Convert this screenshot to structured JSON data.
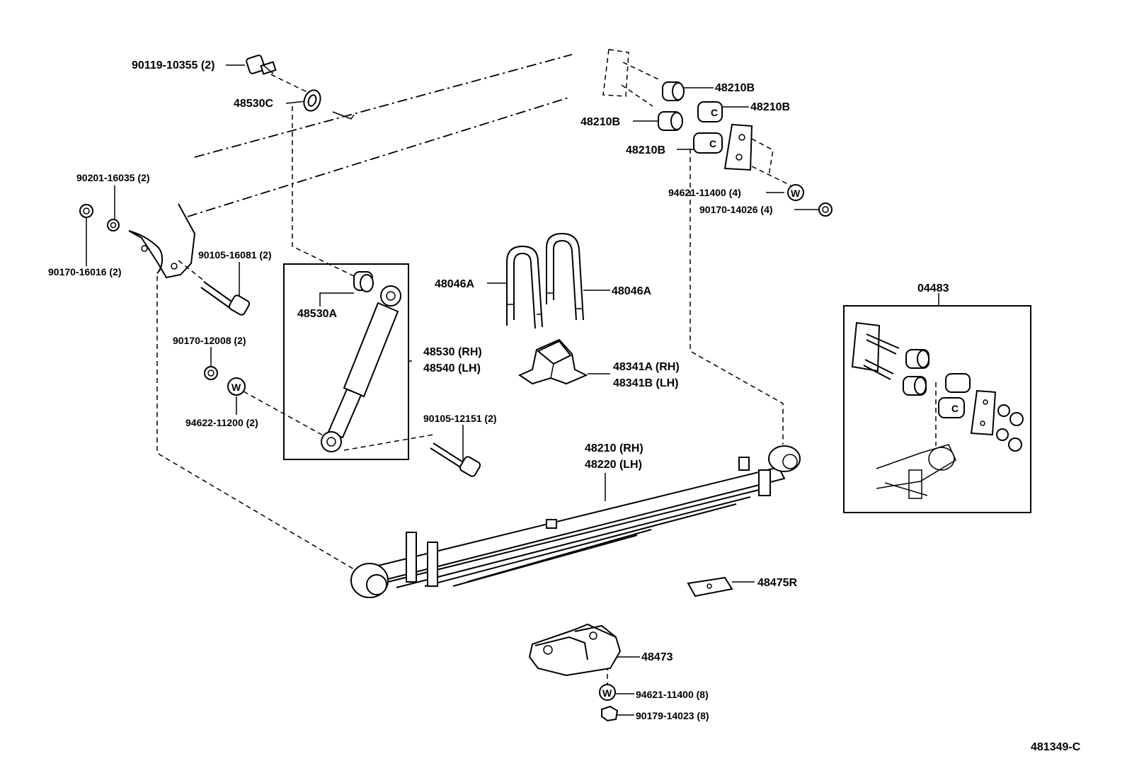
{
  "labels": {
    "p90119_10355": "90119-10355 (2)",
    "p48530C": "48530C",
    "p48210B_1": "48210B",
    "p48210B_2": "48210B",
    "p48210B_3": "48210B",
    "p48210B_4": "48210B",
    "p90201_16035": "90201-16035 (2)",
    "p90170_16016": "90170-16016 (2)",
    "p90105_16081": "90105-16081 (2)",
    "p94621_11400_4": "94621-11400 (4)",
    "p90170_14026": "90170-14026 (4)",
    "p48046A_left": "48046A",
    "p48046A_right": "48046A",
    "p48530A": "48530A",
    "p48530_rh": "48530 (RH)",
    "p48540_lh": "48540 (LH)",
    "p90170_12008": "90170-12008 (2)",
    "p94622_11200": "94622-11200 (2)",
    "p48341A_rh": "48341A (RH)",
    "p48341B_lh": "48341B (LH)",
    "p90105_12151": "90105-12151 (2)",
    "p04483": "04483",
    "p48210_rh": "48210 (RH)",
    "p48220_lh": "48220 (LH)",
    "p48475R": "48475R",
    "p48473": "48473",
    "p94621_11400_8": "94621-11400 (8)",
    "p90179_14023": "90179-14023 (8)",
    "diagram_id": "481349-C"
  },
  "icons": {
    "washer_letter": "W",
    "bushing_letter": "C"
  }
}
